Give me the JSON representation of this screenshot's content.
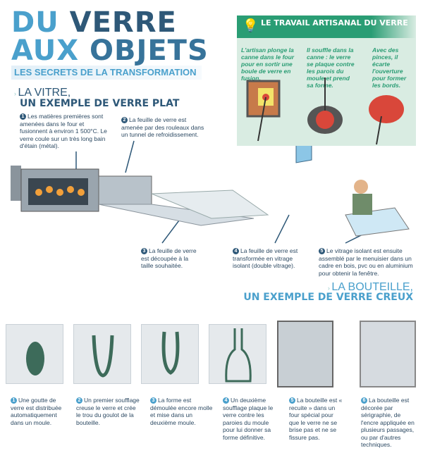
{
  "title": {
    "du": "DU",
    "verre": "VERRE",
    "aux": "AUX",
    "objets": "OBJETS",
    "subtitle": "LES SECRETS DE LA TRANSFORMATION"
  },
  "vitre": {
    "heading1": "LA VITRE,",
    "heading2": "UN EXEMPLE DE VERRE PLAT",
    "steps": [
      {
        "n": "1",
        "text": "Les matières premières sont amenées dans le four et fusionnent à environ 1 500°C. Le verre coule sur un très long bain d'étain (métal)."
      },
      {
        "n": "2",
        "text": "La feuille de verre est amenée par des rouleaux dans un tunnel de refroidissement."
      },
      {
        "n": "3",
        "text": "La feuille de verre est découpée à la taille souhaitée."
      },
      {
        "n": "4",
        "text": "La feuille de verre est transformée en vitrage isolant (double vitrage)."
      },
      {
        "n": "5",
        "text": "Le vitrage isolant est ensuite assemblé par le menuisier dans un cadre en bois, pvc ou en aluminium pour obtenir la fenêtre."
      }
    ]
  },
  "artisanal": {
    "heading": "LE TRAVAIL ARTISANAL DU VERRE",
    "icon": "lightbulb-icon",
    "steps": [
      "L'artisan plonge la canne dans le four pour en sortir une boule de verre en fusion.",
      "Il souffle dans la canne : le verre se plaque contre les parois du moule et prend sa forme.",
      "Avec des pinces, il écarte l'ouverture pour former les bords."
    ]
  },
  "bouteille": {
    "heading1": "LA BOUTEILLE,",
    "heading2": "UN EXEMPLE DE VERRE CREUX",
    "steps": [
      {
        "n": "1",
        "text": "Une goutte de verre est distribuée automatiquement dans un moule."
      },
      {
        "n": "2",
        "text": "Un premier soufflage creuse le verre et crée le trou du goulot de la bouteille."
      },
      {
        "n": "3",
        "text": "La forme est démoulée encore molle et mise dans un deuxième moule."
      },
      {
        "n": "4",
        "text": "Un deuxième soufflage plaque le verre contre les paroies du moule pour lui donner sa forme définitive."
      },
      {
        "n": "5",
        "text": "La bouteille est « recuite » dans un four spécial pour que le verre ne se brise pas et ne se fissure pas."
      },
      {
        "n": "6",
        "text": "La bouteille est décorée par sérigraphie, de l'encre appliquée en plusieurs passages, ou par d'autres techniques."
      }
    ]
  },
  "colors": {
    "light_blue": "#4aa0cc",
    "dark_blue": "#2e5878",
    "green": "#2a9d74"
  }
}
